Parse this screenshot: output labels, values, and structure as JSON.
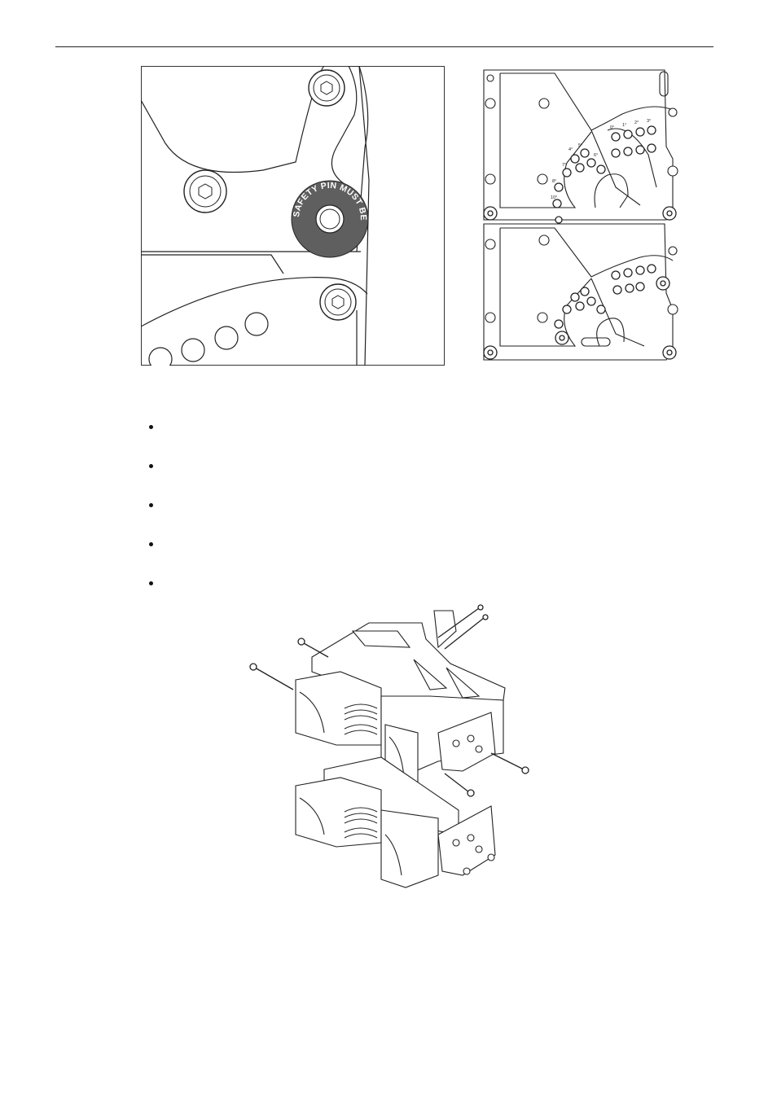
{
  "figures": {
    "closeup": {
      "decal_text": "SAFETY PIN MUST BE FITTED"
    },
    "side_view": {
      "angle_labels": [
        "0°",
        "1°",
        "2°",
        "3°",
        "4°",
        "5°",
        "6°",
        "7°",
        "8°",
        "10°"
      ]
    }
  },
  "bullets": [
    "",
    "",
    "",
    "",
    ""
  ],
  "icons": {
    "bolt": "hex-socket-bolt-icon",
    "pin": "quick-release-pin-icon"
  }
}
